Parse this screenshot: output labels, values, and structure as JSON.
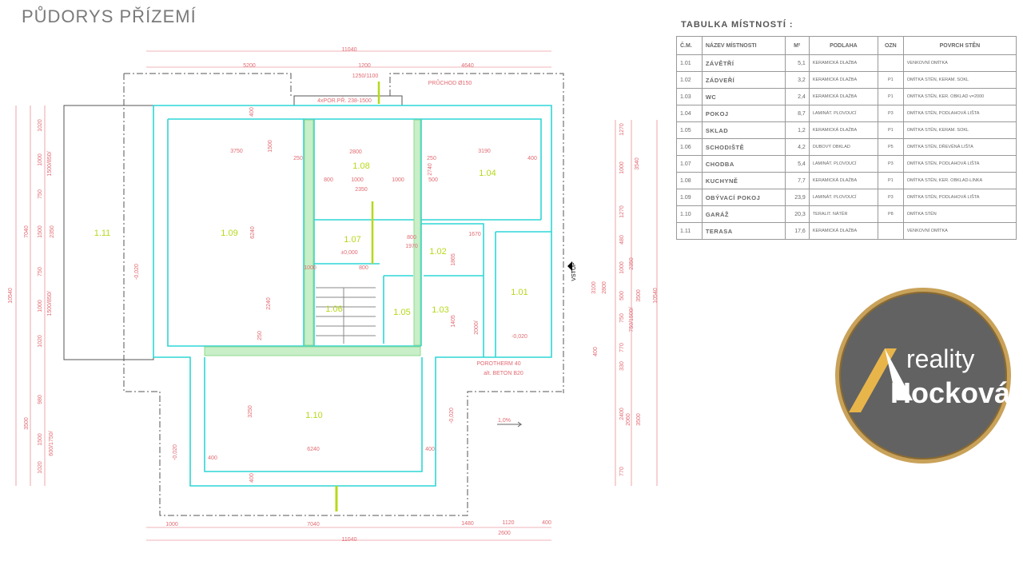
{
  "title": "PŮDORYS PŘÍZEMÍ",
  "rooms": [
    "1.11",
    "1.09",
    "1.08",
    "1.04",
    "1.07",
    "1.02",
    "1.06",
    "1.05",
    "1.03",
    "1.01",
    "1.10"
  ],
  "dims": [
    "11040",
    "5200",
    "1200",
    "4640",
    "1250/1100",
    "PRŮCHOD Ø150",
    "4xPOR.PŘ. 238-1500",
    "3750",
    "2800",
    "3190",
    "250",
    "250",
    "400",
    "800",
    "1000",
    "1000",
    "2350",
    "500",
    "1670",
    "800",
    "1970",
    "1000",
    "800",
    "±0,000",
    "6240",
    "2240",
    "250",
    "1500",
    "400",
    "1020",
    "1000",
    "750",
    "1500",
    "750",
    "1000",
    "1020",
    "980",
    "1500",
    "1020",
    "7040",
    "3500",
    "10540",
    "1500/850/",
    "2350",
    "1500/850/",
    "600/1750/",
    "1270",
    "1000",
    "1270",
    "480",
    "1000",
    "500",
    "750",
    "770",
    "330",
    "2400",
    "770",
    "3540",
    "3100",
    "2800",
    "400",
    "2350",
    "3500",
    "750/1500/",
    "2060",
    "3500",
    "10540",
    "1000",
    "7040",
    "1480",
    "1120",
    "400",
    "2600",
    "11040",
    "3250",
    "6240",
    "400",
    "400",
    "400",
    "-0,020",
    "-0,020",
    "-0,020",
    "-0,020",
    "VSTUP",
    "1,0%",
    "POROTHERM 40",
    "alt. BETON B20",
    "2740",
    "1865",
    "1405",
    "2000/"
  ],
  "table": {
    "title": "TABULKA MÍSTNOSTÍ :",
    "headers": [
      "Č.M.",
      "NÁZEV MÍSTNOSTI",
      "M²",
      "PODLAHA",
      "OZN",
      "POVRCH STĚN"
    ],
    "rows": [
      [
        "1.01",
        "ZÁVĚTŘÍ",
        "5,1",
        "KERAMICKÁ DLAŽBA",
        "",
        "VENKOVNÍ OMÍTKA"
      ],
      [
        "1.02",
        "ZÁDVEŘÍ",
        "3,2",
        "KERAMICKÁ DLAŽBA",
        "P1",
        "OMÍTKA STĚN, KERAM. SOKL"
      ],
      [
        "1.03",
        "WC",
        "2,4",
        "KERAMICKÁ DLAŽBA",
        "P1",
        "OMÍTKA STĚN, KER. OBKLAD v=2000"
      ],
      [
        "1.04",
        "POKOJ",
        "8,7",
        "LAMINÁT. PLOVOUCÍ",
        "P3",
        "OMÍTKA STĚN, PODLAHOVÁ LIŠTA"
      ],
      [
        "1.05",
        "SKLAD",
        "1,2",
        "KERAMICKÁ DLAŽBA",
        "P1",
        "OMÍTKA STĚN, KERAM. SOKL"
      ],
      [
        "1.06",
        "SCHODIŠTĚ",
        "4,2",
        "DUBOVÝ OBKLAD",
        "P5",
        "OMÍTKA STĚN, DŘEVĚNÁ LIŠTA"
      ],
      [
        "1.07",
        "CHODBA",
        "5,4",
        "LAMINÁT. PLOVOUCÍ",
        "P3",
        "OMÍTKA STĚN, PODLAHOVÁ LIŠTA"
      ],
      [
        "1.08",
        "KUCHYNĚ",
        "7,7",
        "KERAMICKÁ DLAŽBA",
        "P1",
        "OMÍTKA STĚN, KER. OBKLAD-LINKA"
      ],
      [
        "1.09",
        "OBÝVACÍ POKOJ",
        "23,9",
        "LAMINÁT. PLOVOUCÍ",
        "P3",
        "OMÍTKA STĚN, PODLAHOVÁ LIŠTA"
      ],
      [
        "1.10",
        "GARÁŽ",
        "20,3",
        "TERALIT. NÁTĚR",
        "P8",
        "OMÍTKA STĚN"
      ],
      [
        "1.11",
        "TERASA",
        "17,6",
        "KERAMICKÁ DLAŽBA",
        "",
        "VENKOVNÍ OMÍTKA"
      ]
    ]
  },
  "logo": {
    "line1": "reality",
    "line2": "Hocková"
  },
  "colors": {
    "wall": "#2fd6d6",
    "dim": "#e26a72",
    "room": "#b5d91a",
    "hatch": "#8fd88f"
  }
}
